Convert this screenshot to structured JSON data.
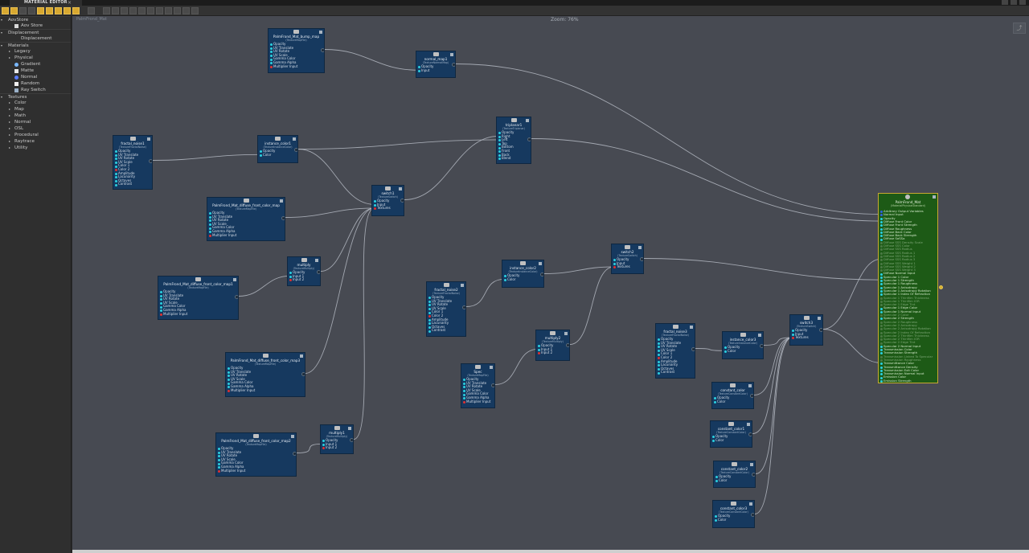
{
  "window": {
    "title": "MATERIAL EDITOR",
    "close_glyph": "×"
  },
  "toolbar": {
    "buttons": [
      "select-icon",
      "fit-icon",
      "layout-icon",
      "grid-icon",
      "node-icon",
      "node-icon",
      "node-icon",
      "node-icon",
      "node-icon",
      "folder-icon",
      "pointer-icon",
      "pan-icon",
      "frame-icon",
      "expand-icon",
      "collapse-icon",
      "undo-icon",
      "redo-icon",
      "rotate-icon",
      "print-icon",
      "view-icon",
      "settings-icon"
    ]
  },
  "sidebar": {
    "items": [
      {
        "label": "AovStore",
        "level": 0,
        "arrow": "▾",
        "icon": ""
      },
      {
        "label": "Aov Store",
        "level": 2,
        "arrow": "",
        "icon": "aov-icon"
      },
      {
        "label": "Displacement",
        "level": 0,
        "arrow": "▾",
        "icon": ""
      },
      {
        "label": "Displacement",
        "level": 2,
        "arrow": "",
        "icon": ""
      },
      {
        "label": "Materials",
        "level": 0,
        "arrow": "▾",
        "icon": ""
      },
      {
        "label": "Legacy",
        "level": 1,
        "arrow": "▸",
        "icon": ""
      },
      {
        "label": "Physical",
        "level": 1,
        "arrow": "▸",
        "icon": ""
      },
      {
        "label": "Gradient",
        "level": 2,
        "arrow": "",
        "icon": "gradient-icon"
      },
      {
        "label": "Matte",
        "level": 2,
        "arrow": "",
        "icon": "matte-icon"
      },
      {
        "label": "Normal",
        "level": 2,
        "arrow": "",
        "icon": "normal-icon"
      },
      {
        "label": "Random",
        "level": 2,
        "arrow": "",
        "icon": "random-icon"
      },
      {
        "label": "Ray Switch",
        "level": 2,
        "arrow": "",
        "icon": "rayswitch-icon"
      },
      {
        "label": "Textures",
        "level": 0,
        "arrow": "▾",
        "icon": ""
      },
      {
        "label": "Color",
        "level": 1,
        "arrow": "▸",
        "icon": ""
      },
      {
        "label": "Map",
        "level": 1,
        "arrow": "▸",
        "icon": ""
      },
      {
        "label": "Math",
        "level": 1,
        "arrow": "▸",
        "icon": ""
      },
      {
        "label": "Normal",
        "level": 1,
        "arrow": "▸",
        "icon": ""
      },
      {
        "label": "OSL",
        "level": 1,
        "arrow": "▸",
        "icon": ""
      },
      {
        "label": "Procedural",
        "level": 1,
        "arrow": "▸",
        "icon": ""
      },
      {
        "label": "Raytrace",
        "level": 1,
        "arrow": "▸",
        "icon": ""
      },
      {
        "label": "Utility",
        "level": 1,
        "arrow": "▸",
        "icon": ""
      }
    ]
  },
  "canvas": {
    "breadcrumb": "PalmFrond_Mat",
    "zoom": "Zoom: 76%"
  },
  "nodes": [
    {
      "id": "bump",
      "title": "PalmFrond_Mat_bump_map",
      "type": "(TextureMapFile)",
      "ports": [
        "Opacity",
        "UV Translate",
        "UV Rotate",
        "UV Scale",
        "Gamma Color",
        "Gamma Alpha",
        "Multiplier Input"
      ]
    },
    {
      "id": "normal",
      "title": "normal_map1",
      "type": "(TextureNormalMap)",
      "ports": [
        "Opacity",
        "Input"
      ]
    },
    {
      "id": "fractal1",
      "title": "fractal_noise1",
      "type": "(TextureFractalNoise)",
      "ports": [
        "Opacity",
        "UV Translate",
        "UV Rotate",
        "UV Scale",
        "Color 1",
        "Color 2",
        "Amplitude",
        "Lacunarity",
        "Octaves",
        "Contrast"
      ]
    },
    {
      "id": "instcol1",
      "title": "instance_color1",
      "type": "(TextureInstanceColor)",
      "ports": [
        "Opacity",
        "Color"
      ]
    },
    {
      "id": "triplanar",
      "title": "triplanar1",
      "type": "(TextureTriplanar)",
      "ports": [
        "Opacity",
        "Right",
        "Left",
        "Top",
        "Bottom",
        "Front",
        "Back",
        "Blend"
      ]
    },
    {
      "id": "switch1",
      "title": "switch1",
      "type": "(TextureSwitch)",
      "ports": [
        "Opacity",
        "Input",
        "Textures"
      ]
    },
    {
      "id": "front",
      "title": "PalmFrond_Mat_diffuse_front_color_map",
      "type": "(TextureMapFile)",
      "ports": [
        "Opacity",
        "UV Translate",
        "UV Rotate",
        "UV Scale",
        "Gamma Color",
        "Gamma Alpha",
        "Multiplier Input"
      ]
    },
    {
      "id": "mult1",
      "title": "multiply",
      "type": "(TextureMultiply)",
      "ports": [
        "Opacity",
        "Input 1",
        "Input 2"
      ]
    },
    {
      "id": "front1",
      "title": "PalmFrond_Mat_diffuse_front_color_map1",
      "type": "(TextureMapFile)",
      "ports": [
        "Opacity",
        "UV Translate",
        "UV Rotate",
        "UV Scale",
        "Gamma Color",
        "Gamma Alpha",
        "Multiplier Input"
      ]
    },
    {
      "id": "front3",
      "title": "PalmFrond_Mat_diffuse_front_color_map3",
      "type": "(TextureMapFile)",
      "ports": [
        "Opacity",
        "UV Translate",
        "UV Rotate",
        "UV Scale",
        "Gamma Color",
        "Gamma Alpha",
        "Multiplier Input"
      ]
    },
    {
      "id": "front2",
      "title": "PalmFrond_Mat_diffuse_front_color_map2",
      "type": "(TextureMapFile)",
      "ports": [
        "Opacity",
        "UV Translate",
        "UV Rotate",
        "UV Scale",
        "Gamma Color",
        "Gamma Alpha",
        "Multiplier Input"
      ]
    },
    {
      "id": "mult2",
      "title": "multiply1",
      "type": "(TextureMultiply)",
      "ports": [
        "Opacity",
        "Input 1",
        "Input 2"
      ]
    },
    {
      "id": "instcol2",
      "title": "instance_color2",
      "type": "(TextureInstanceColor)",
      "ports": [
        "Opacity",
        "Color"
      ]
    },
    {
      "id": "switch2",
      "title": "switch2",
      "type": "(TextureSwitch)",
      "ports": [
        "Opacity",
        "Input",
        "Textures"
      ]
    },
    {
      "id": "fractal2",
      "title": "fractal_noise2",
      "type": "(TextureFractalNoise)",
      "ports": [
        "Opacity",
        "UV Translate",
        "UV Rotate",
        "UV Scale",
        "Color 1",
        "Color 2",
        "Amplitude",
        "Lacunarity",
        "Octaves",
        "Contrast"
      ]
    },
    {
      "id": "mult3",
      "title": "multiply2",
      "type": "(TextureMultiply)",
      "ports": [
        "Opacity",
        "Input 1",
        "Input 2"
      ]
    },
    {
      "id": "spec",
      "title": "Spec",
      "type": "(TextureMapFile)",
      "ports": [
        "Opacity",
        "UV Translate",
        "UV Rotate",
        "UV Scale",
        "Gamma Color",
        "Gamma Alpha",
        "Multiplier Input"
      ]
    },
    {
      "id": "fractal3",
      "title": "fractal_noise3",
      "type": "(TextureFractalNoise)",
      "ports": [
        "Opacity",
        "UV Translate",
        "UV Rotate",
        "UV Scale",
        "Color 1",
        "Color 2",
        "Amplitude",
        "Lacunarity",
        "Octaves",
        "Contrast"
      ]
    },
    {
      "id": "instcol3",
      "title": "instance_color3",
      "type": "(TextureInstanceColor)",
      "ports": [
        "Opacity",
        "Color"
      ]
    },
    {
      "id": "switch3",
      "title": "switch3",
      "type": "(TextureSwitch)",
      "ports": [
        "Opacity",
        "Input",
        "Textures"
      ]
    },
    {
      "id": "const1",
      "title": "constant_color",
      "type": "(TextureConstantColor)",
      "ports": [
        "Opacity",
        "Color"
      ]
    },
    {
      "id": "const2",
      "title": "constant_color1",
      "type": "(TextureConstantColor)",
      "ports": [
        "Opacity",
        "Color"
      ]
    },
    {
      "id": "const3",
      "title": "constant_color2",
      "type": "(TextureConstantColor)",
      "ports": [
        "Opacity",
        "Color"
      ]
    },
    {
      "id": "const4",
      "title": "constant_color3",
      "type": "(TextureConstantColor)",
      "ports": [
        "Opacity",
        "Color"
      ]
    }
  ],
  "material": {
    "title": "PalmFrond_Mat",
    "type": "(MaterialPhysicalStandard)",
    "ports": [
      {
        "label": "Arbitrary Output Variables",
        "dim": false
      },
      {
        "label": "Normal Input",
        "dim": false
      },
      {
        "label": "Opacity",
        "dim": false
      },
      {
        "label": "Diffuse Front Color",
        "dim": false
      },
      {
        "label": "Diffuse Front Strength",
        "dim": false
      },
      {
        "label": "Diffuse Roughness",
        "dim": false
      },
      {
        "label": "Diffuse Back Color",
        "dim": false
      },
      {
        "label": "Diffuse Back Strength",
        "dim": false
      },
      {
        "label": "Diffuse SaSSa",
        "dim": false
      },
      {
        "label": "Diffuse SSS Density Scale",
        "dim": true
      },
      {
        "label": "Diffuse SSS Color",
        "dim": true
      },
      {
        "label": "Diffuse SSS Radius",
        "dim": true
      },
      {
        "label": "Diffuse SSS Radius 1",
        "dim": true
      },
      {
        "label": "Diffuse SSS Radius 2",
        "dim": true
      },
      {
        "label": "Diffuse SSS Radius 3",
        "dim": true
      },
      {
        "label": "Diffuse SSS Weight 1",
        "dim": true
      },
      {
        "label": "Diffuse SSS Weight 2",
        "dim": true
      },
      {
        "label": "Diffuse SSS Weight 3",
        "dim": true
      },
      {
        "label": "Diffuse Normal Input",
        "dim": false
      },
      {
        "label": "Specular 1 Color",
        "dim": false
      },
      {
        "label": "Specular 1 Strength",
        "dim": false
      },
      {
        "label": "Specular 1 Roughness",
        "dim": false
      },
      {
        "label": "Specular 1 Anisotropy",
        "dim": false
      },
      {
        "label": "Specular 1 Anisotropy Rotation",
        "dim": false
      },
      {
        "label": "Specular 1 Index Of Refraction",
        "dim": false
      },
      {
        "label": "Specular 1 Thinfilm Thickness",
        "dim": true
      },
      {
        "label": "Specular 1 Thinfilm IOR",
        "dim": true
      },
      {
        "label": "Specular 1 Edge Tint",
        "dim": true
      },
      {
        "label": "Specular 1 Edge Color",
        "dim": false
      },
      {
        "label": "Specular 1 Normal Input",
        "dim": false
      },
      {
        "label": "Specular 2 Color",
        "dim": true
      },
      {
        "label": "Specular 2 Strength",
        "dim": false
      },
      {
        "label": "Specular 2 Roughness",
        "dim": true
      },
      {
        "label": "Specular 2 Anisotropy",
        "dim": true
      },
      {
        "label": "Specular 2 Anisotropy Rotation",
        "dim": true
      },
      {
        "label": "Specular 2 Index Of Refraction",
        "dim": true
      },
      {
        "label": "Specular 2 Thinfilm Thickness",
        "dim": true
      },
      {
        "label": "Specular 2 Thinfilm IOR",
        "dim": true
      },
      {
        "label": "Specular 2 Edge Tint",
        "dim": true
      },
      {
        "label": "Specular 2 Normal Input",
        "dim": false
      },
      {
        "label": "Transmission Color",
        "dim": false
      },
      {
        "label": "Transmission Strength",
        "dim": false
      },
      {
        "label": "Transmission Linked To Specular",
        "dim": true
      },
      {
        "label": "Transmission Roughness",
        "dim": true
      },
      {
        "label": "Transmittance Color",
        "dim": false
      },
      {
        "label": "Transmittance Density",
        "dim": false
      },
      {
        "label": "Transmission Exit Color",
        "dim": false
      },
      {
        "label": "Transmission Normal Input",
        "dim": false
      },
      {
        "label": "Emission Color",
        "dim": false
      },
      {
        "label": "Emission Strength",
        "dim": false
      }
    ]
  },
  "colors": {
    "canvas": "#474a52",
    "node": "#16395f",
    "material": "#1d5a16",
    "material_border": "#c8a830",
    "wire": "#b4b9c2",
    "port_cyan": "#2ad0e0",
    "port_red": "#e03030",
    "port_blue": "#3060e0"
  }
}
